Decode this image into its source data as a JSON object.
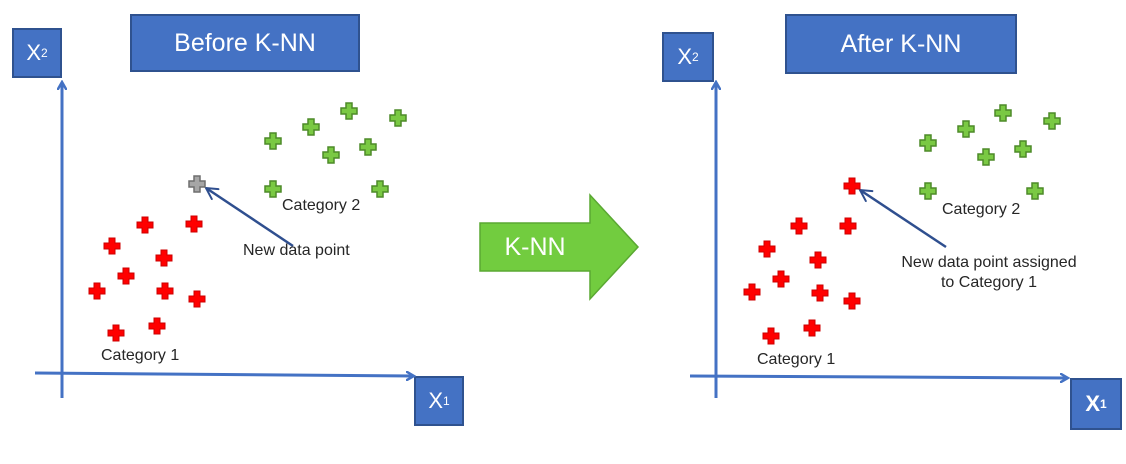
{
  "left_panel": {
    "title": "Before K-NN",
    "y_axis_label": "X",
    "y_axis_sub": "2",
    "x_axis_label": "X",
    "x_axis_sub": "1",
    "category1_label": "Category 1",
    "category2_label": "Category 2",
    "new_point_label": "New data point"
  },
  "center": {
    "arrow_label": "K-NN"
  },
  "right_panel": {
    "title": "After K-NN",
    "y_axis_label": "X",
    "y_axis_sub": "2",
    "x_axis_label": "X",
    "x_axis_sub": "1",
    "category1_label": "Category 1",
    "category2_label": "Category 2",
    "new_point_label_line1": "New data point assigned",
    "new_point_label_line2": "to Category 1"
  },
  "colors": {
    "box_fill": "#4472c4",
    "axis": "#4472c4",
    "category1": "#ff0000",
    "category2": "#7ac943",
    "new_point_unassigned": "#a6a6a6",
    "arrow": "#72cc3f"
  }
}
